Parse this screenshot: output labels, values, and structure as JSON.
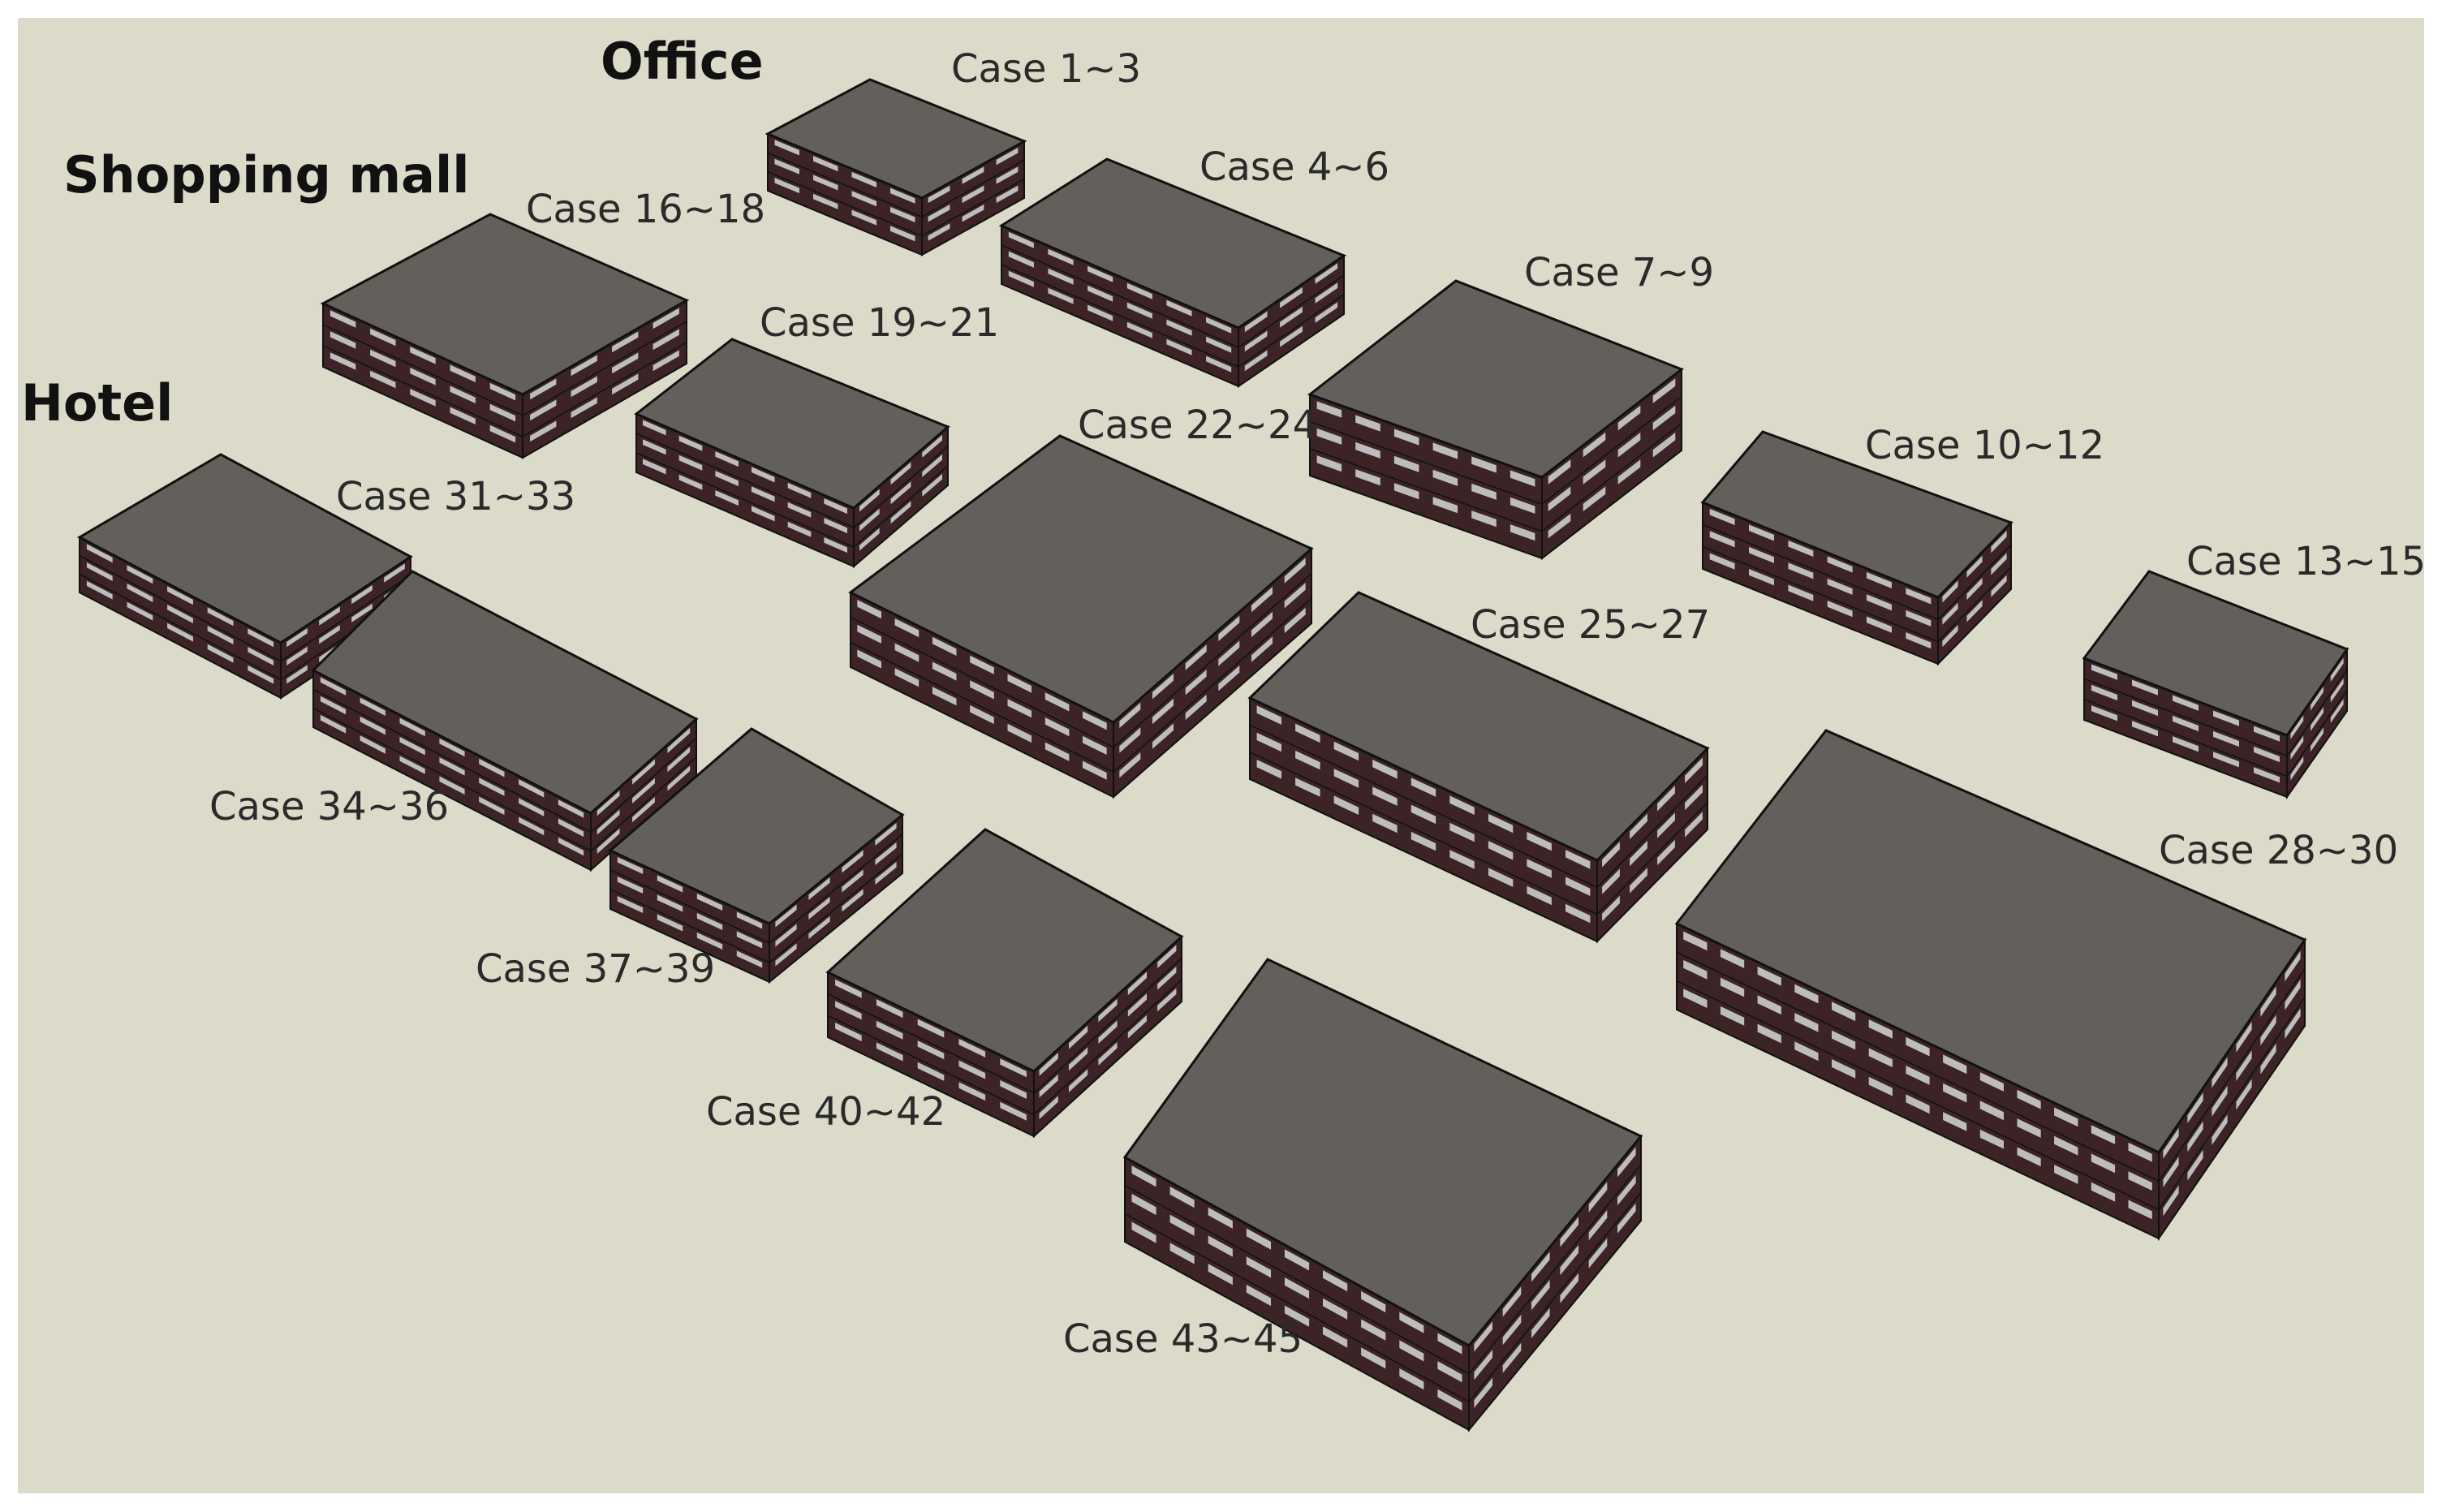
{
  "colors": {
    "background": "#dcdac9",
    "roof": "#63605b",
    "wall": "#3b2326",
    "window": "#bdbdbd",
    "edge": "#111111"
  },
  "groups": {
    "office": "Office",
    "shopping_mall": "Shopping mall",
    "hotel": "Hotel"
  },
  "cases": [
    {
      "label": "Case 1~3",
      "group": "office",
      "floors": 3
    },
    {
      "label": "Case 4~6",
      "group": "office",
      "floors": 3
    },
    {
      "label": "Case 7~9",
      "group": "office",
      "floors": 3
    },
    {
      "label": "Case 10~12",
      "group": "office",
      "floors": 3
    },
    {
      "label": "Case 13~15",
      "group": "office",
      "floors": 3
    },
    {
      "label": "Case 16~18",
      "group": "shopping_mall",
      "floors": 3
    },
    {
      "label": "Case 19~21",
      "group": "shopping_mall",
      "floors": 3
    },
    {
      "label": "Case 22~24",
      "group": "shopping_mall",
      "floors": 3
    },
    {
      "label": "Case 25~27",
      "group": "shopping_mall",
      "floors": 3
    },
    {
      "label": "Case 28~30",
      "group": "shopping_mall",
      "floors": 3
    },
    {
      "label": "Case 31~33",
      "group": "hotel",
      "floors": 3
    },
    {
      "label": "Case 34~36",
      "group": "hotel",
      "floors": 3
    },
    {
      "label": "Case 37~39",
      "group": "hotel",
      "floors": 3
    },
    {
      "label": "Case 40~42",
      "group": "hotel",
      "floors": 3
    },
    {
      "label": "Case 43~45",
      "group": "hotel",
      "floors": 3
    }
  ]
}
